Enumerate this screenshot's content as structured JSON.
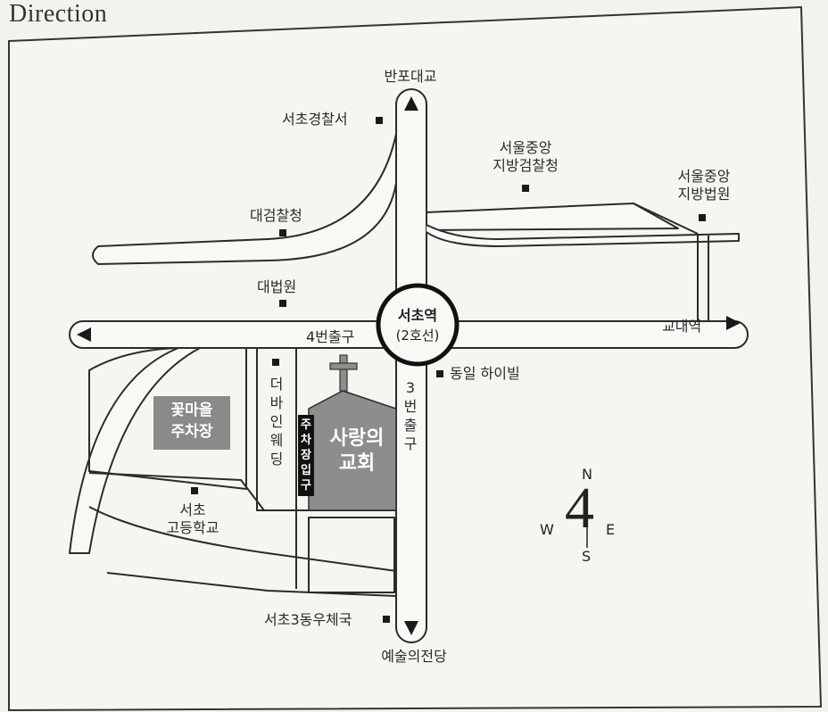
{
  "title": "Direction",
  "landmarks": {
    "banpo_bridge": "반포대교",
    "seocho_police": "서초경찰서",
    "prosecutors_office": "대검찰청",
    "district_prosecutors": "서울중앙\n지방검찰청",
    "district_court": "서울중앙\n지방법원",
    "supreme_court": "대법원",
    "gyodae_station": "교대역",
    "dongil_highvill": "동일 하이빌",
    "the_bine_wedding": "더바인웨딩",
    "flower_village_parking": "꽃마을\n주차장",
    "seocho_highschool": "서초\n고등학교",
    "seocho3_post_office": "서초3동우체국",
    "arts_center": "예술의전당"
  },
  "station": {
    "name": "서초역",
    "line": "(2호선)",
    "exit4": "4번출구",
    "exit3": "3번출구"
  },
  "church": {
    "name_line1": "사랑의",
    "name_line2": "교회",
    "parking_entrance": "주차장입구"
  },
  "compass": {
    "north": "N",
    "south": "S",
    "east": "E",
    "west": "W",
    "numeral": "4"
  },
  "colors": {
    "road_fill": "#f8f8f4",
    "road_stroke": "#2b2b2b",
    "church_fill": "#8d8d8d",
    "parking_fill": "#8a8a8a",
    "marker": "#1a1a1a"
  }
}
